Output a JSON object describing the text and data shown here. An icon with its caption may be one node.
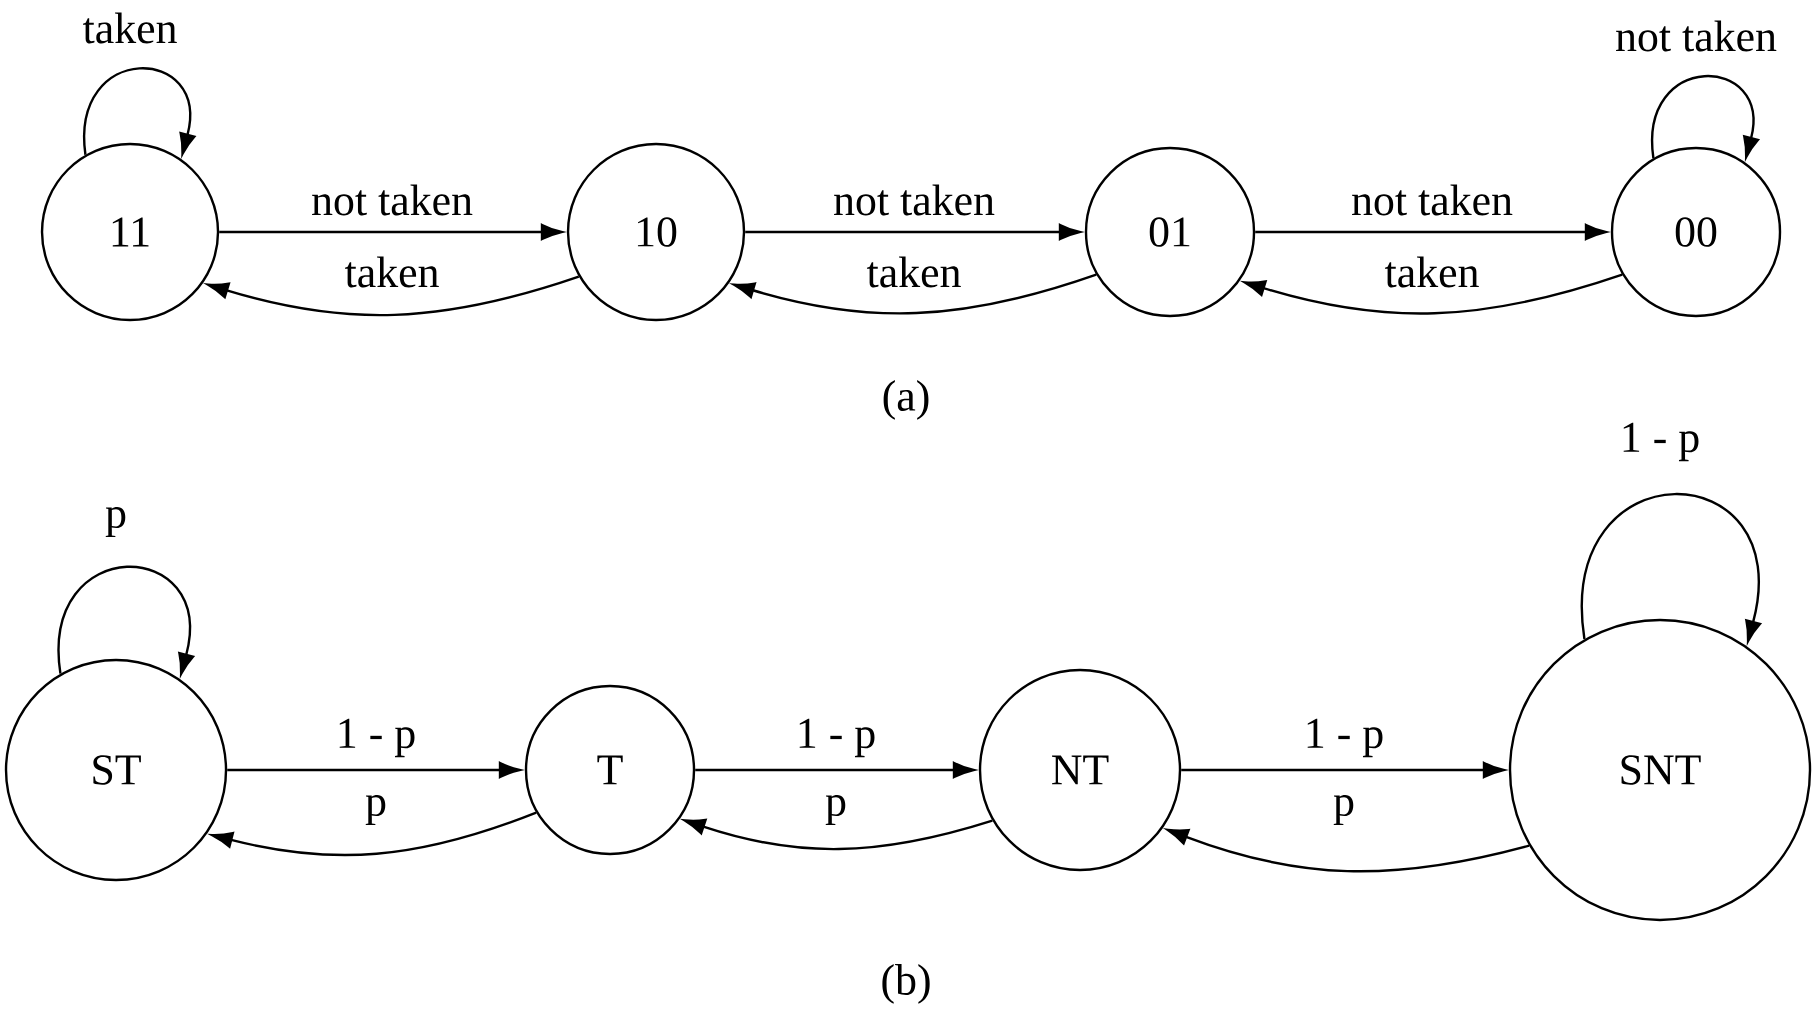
{
  "diagram": {
    "nodes": [
      {
        "text": [
          "11"
        ]
      },
      {
        "text": [
          "10"
        ]
      },
      {
        "text": [
          "01"
        ]
      },
      {
        "text": [
          "00"
        ]
      },
      {
        "text": [
          "ST"
        ]
      },
      {
        "text": [
          "T"
        ]
      },
      {
        "text": [
          "NT"
        ]
      },
      {
        "text": [
          "SNT"
        ]
      }
    ],
    "edges": [
      {
        "from": 0,
        "to": 0,
        "arrow": "to",
        "label": "taken"
      },
      {
        "from": 0,
        "to": 1,
        "arrow": "to",
        "label": "not taken"
      },
      {
        "from": 1,
        "to": 0,
        "arrow": "to",
        "label": "taken"
      },
      {
        "from": 1,
        "to": 2,
        "arrow": "to",
        "label": "not taken"
      },
      {
        "from": 2,
        "to": 1,
        "arrow": "to",
        "label": "taken"
      },
      {
        "from": 2,
        "to": 3,
        "arrow": "to",
        "label": "not taken"
      },
      {
        "from": 3,
        "to": 2,
        "arrow": "to",
        "label": "taken"
      },
      {
        "from": 3,
        "to": 3,
        "arrow": "to",
        "label": "not taken"
      },
      {
        "from": 4,
        "to": 4,
        "arrow": "to",
        "label": "p"
      },
      {
        "from": 4,
        "to": 5,
        "arrow": "to",
        "label": "1 - p"
      },
      {
        "from": 5,
        "to": 4,
        "arrow": "to",
        "label": "p"
      },
      {
        "from": 5,
        "to": 6,
        "arrow": "to",
        "label": "1 - p"
      },
      {
        "from": 6,
        "to": 5,
        "arrow": "to",
        "label": "p"
      },
      {
        "from": 6,
        "to": 7,
        "arrow": "to",
        "label": "1 - p"
      },
      {
        "from": 7,
        "to": 6,
        "arrow": "to",
        "label": "p"
      },
      {
        "from": 7,
        "to": 7,
        "arrow": "to",
        "label": "1 - p"
      }
    ],
    "labels": [
      "(a)",
      "(b)"
    ]
  }
}
